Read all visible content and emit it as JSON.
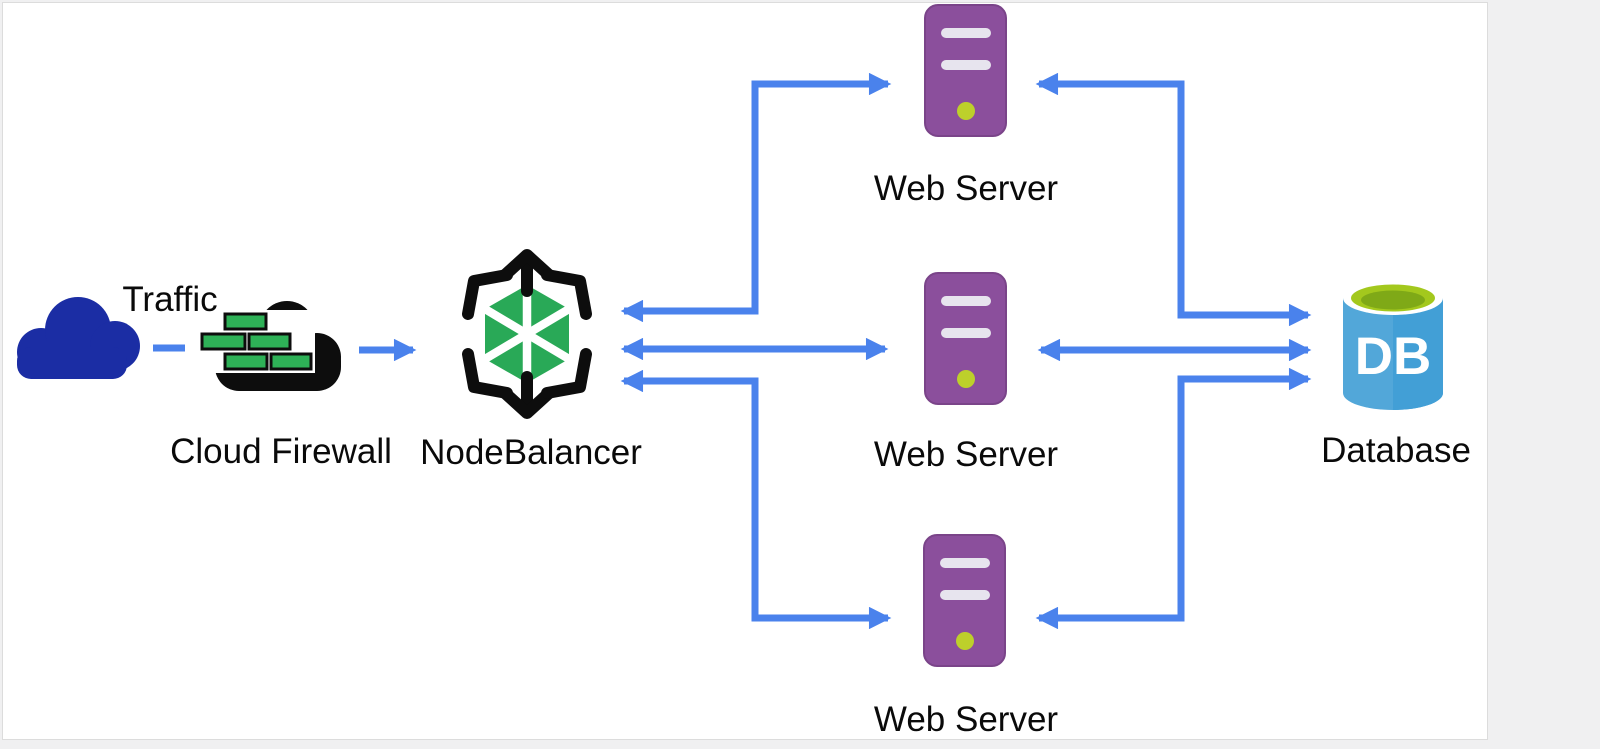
{
  "diagram": {
    "labels": {
      "traffic": "Traffic",
      "cloud_firewall": "Cloud Firewall",
      "nodebalancer": "NodeBalancer",
      "web_server_1": "Web Server",
      "web_server_2": "Web Server",
      "web_server_3": "Web Server",
      "database": "Database",
      "db_badge": "DB"
    },
    "colors": {
      "connector_blue": "#4A82EC",
      "traffic_cloud_navy": "#1B2DA4",
      "firewall_cloud_black": "#0D0D0D",
      "firewall_brick_green": "#2EB157",
      "nodebalancer_hexagon_green": "#29A957",
      "nodebalancer_arrows_black": "#0D0D0D",
      "server_purple": "#8B4F9C",
      "server_led_green": "#BDD02B",
      "server_slot_white": "#E7E4EE",
      "database_body_blue": "#52A7D9",
      "database_top_green": "#A3C81D",
      "canvas_background": "#FFFFFF",
      "page_background": "#F0F0F1"
    },
    "nodes": [
      {
        "id": "traffic",
        "label": "Traffic",
        "icon": "cloud-icon"
      },
      {
        "id": "cloud-firewall",
        "label": "Cloud Firewall",
        "icon": "firewall-brick-cloud-icon"
      },
      {
        "id": "nodebalancer",
        "label": "NodeBalancer",
        "icon": "hexagon-arrows-icon"
      },
      {
        "id": "web-server-1",
        "label": "Web Server",
        "icon": "server-tower-icon"
      },
      {
        "id": "web-server-2",
        "label": "Web Server",
        "icon": "server-tower-icon"
      },
      {
        "id": "web-server-3",
        "label": "Web Server",
        "icon": "database-cylinder-icon-neighbor-server-tower-icon"
      },
      {
        "id": "database",
        "label": "Database",
        "icon": "database-cylinder-icon"
      }
    ],
    "edges": [
      {
        "from": "traffic",
        "to": "cloud-firewall",
        "type": "dashed-line"
      },
      {
        "from": "cloud-firewall",
        "to": "nodebalancer",
        "type": "arrow"
      },
      {
        "from": "nodebalancer",
        "to": "web-server-1",
        "type": "bidirectional-elbow-arrow"
      },
      {
        "from": "nodebalancer",
        "to": "web-server-2",
        "type": "bidirectional-arrow"
      },
      {
        "from": "nodebalancer",
        "to": "web-server-3",
        "type": "bidirectional-elbow-arrow"
      },
      {
        "from": "web-server-1",
        "to": "database",
        "type": "bidirectional-elbow-arrow"
      },
      {
        "from": "web-server-2",
        "to": "database",
        "type": "bidirectional-arrow"
      },
      {
        "from": "web-server-3",
        "to": "database",
        "type": "bidirectional-elbow-arrow"
      }
    ]
  }
}
